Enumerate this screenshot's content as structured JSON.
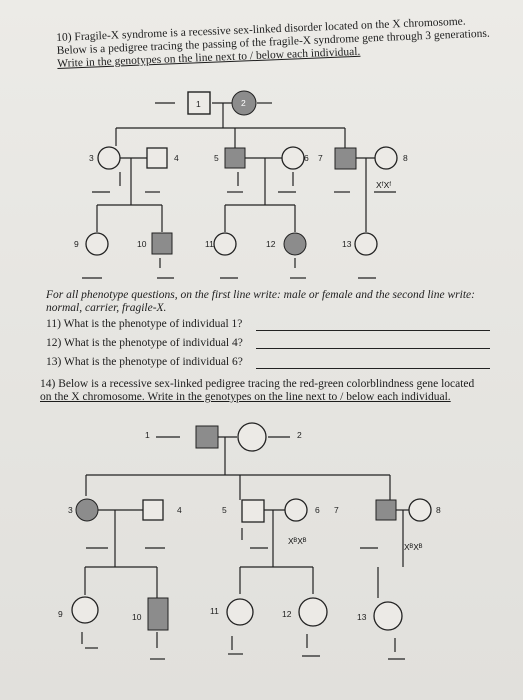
{
  "q10": {
    "line1": "10) Fragile-X syndrome is a recessive sex-linked disorder located on the X chromosome.",
    "line2": "Below is a pedigree tracing the passing of the fragile-X syndrome gene through 3 generations.",
    "line3": "Write in the genotypes on the line next to / below each individual."
  },
  "pedigree1": {
    "individuals": [
      "1",
      "2",
      "3",
      "4",
      "5",
      "6",
      "7",
      "8",
      "9",
      "10",
      "11",
      "12",
      "13"
    ],
    "genotype8": "XᶠXᶠ"
  },
  "phenotype_intro": {
    "line1": "For all phenotype questions, on the first line write: male or female and the second line write:",
    "line2": "normal, carrier, fragile-X."
  },
  "questions": {
    "q11": "11) What is the phenotype of individual 1?",
    "q12": "12) What is the phenotype of individual 4?",
    "q13": "13) What is the phenotype of individual 6?"
  },
  "q14": {
    "line1": "14) Below is a recessive sex-linked pedigree tracing the red-green colorblindness gene located",
    "line2": "on the X chromosome. Write in the genotypes on the line next to / below each individual."
  },
  "pedigree2": {
    "individuals": [
      "1",
      "2",
      "3",
      "4",
      "5",
      "6",
      "7",
      "8",
      "9",
      "10",
      "11",
      "12",
      "13"
    ],
    "genotype6": "XᴮXᴮ",
    "genotype8": "XᴮXᴮ"
  },
  "colors": {
    "affected": "#8c8c8c",
    "paper": "#e8e7e3",
    "ink": "#1d1d1d"
  }
}
